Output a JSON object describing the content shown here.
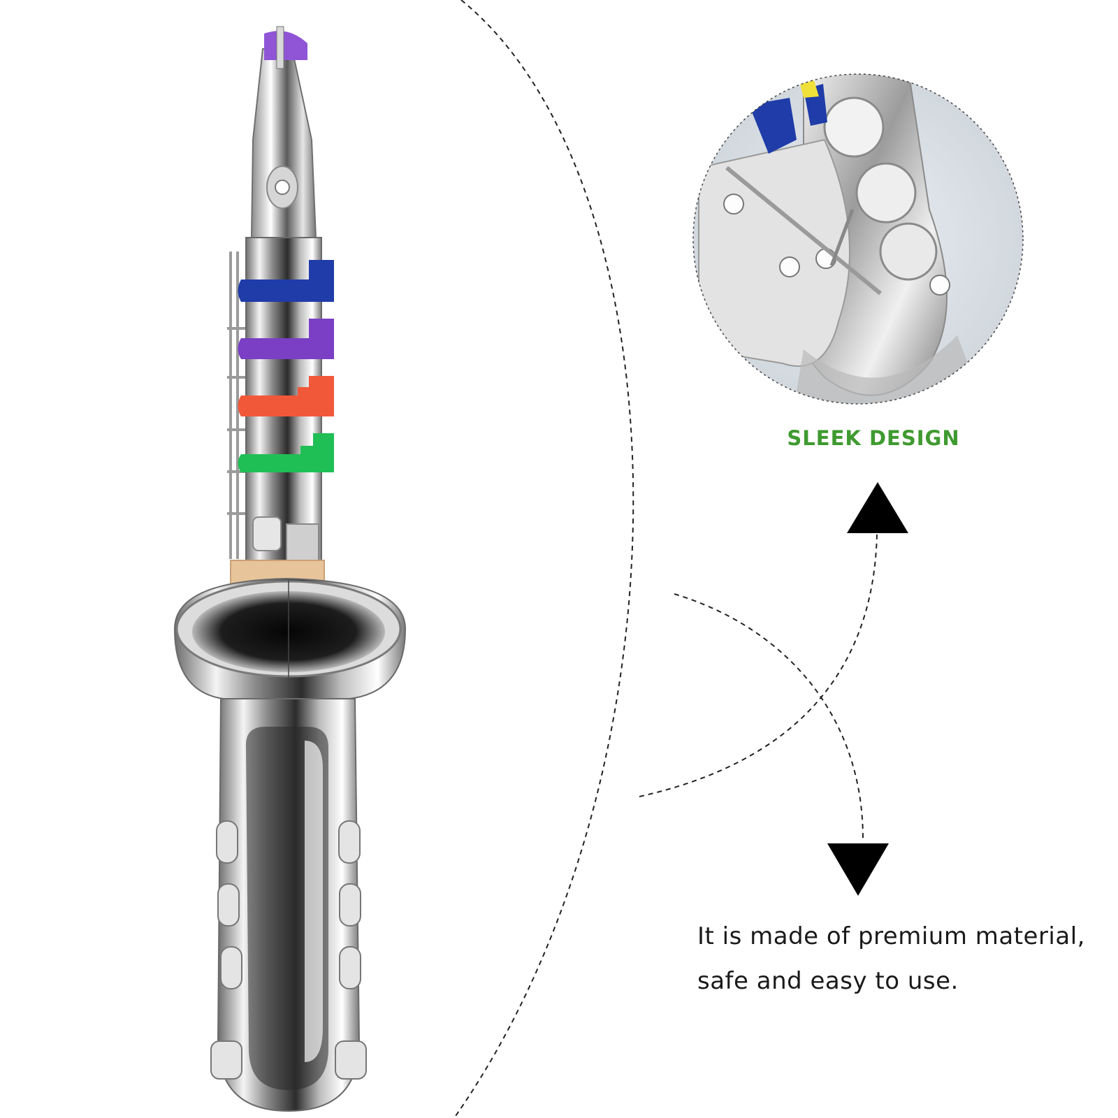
{
  "feature": {
    "label": "SLEEK DESIGN",
    "label_color": "#3f9a30"
  },
  "description": {
    "line1": "It is made of premium material,",
    "line2": "safe and easy to use."
  },
  "colors": {
    "key_blue": "#1f3ca8",
    "key_purple": "#7a3fc4",
    "key_orange": "#f1583a",
    "key_green": "#1fbf55",
    "cork": "#e8c49a",
    "mouthpiece": "#8f55d6",
    "arrow": "#000000"
  },
  "icons": {
    "up_arrow": "triangle-up-icon",
    "down_arrow": "triangle-down-icon"
  }
}
